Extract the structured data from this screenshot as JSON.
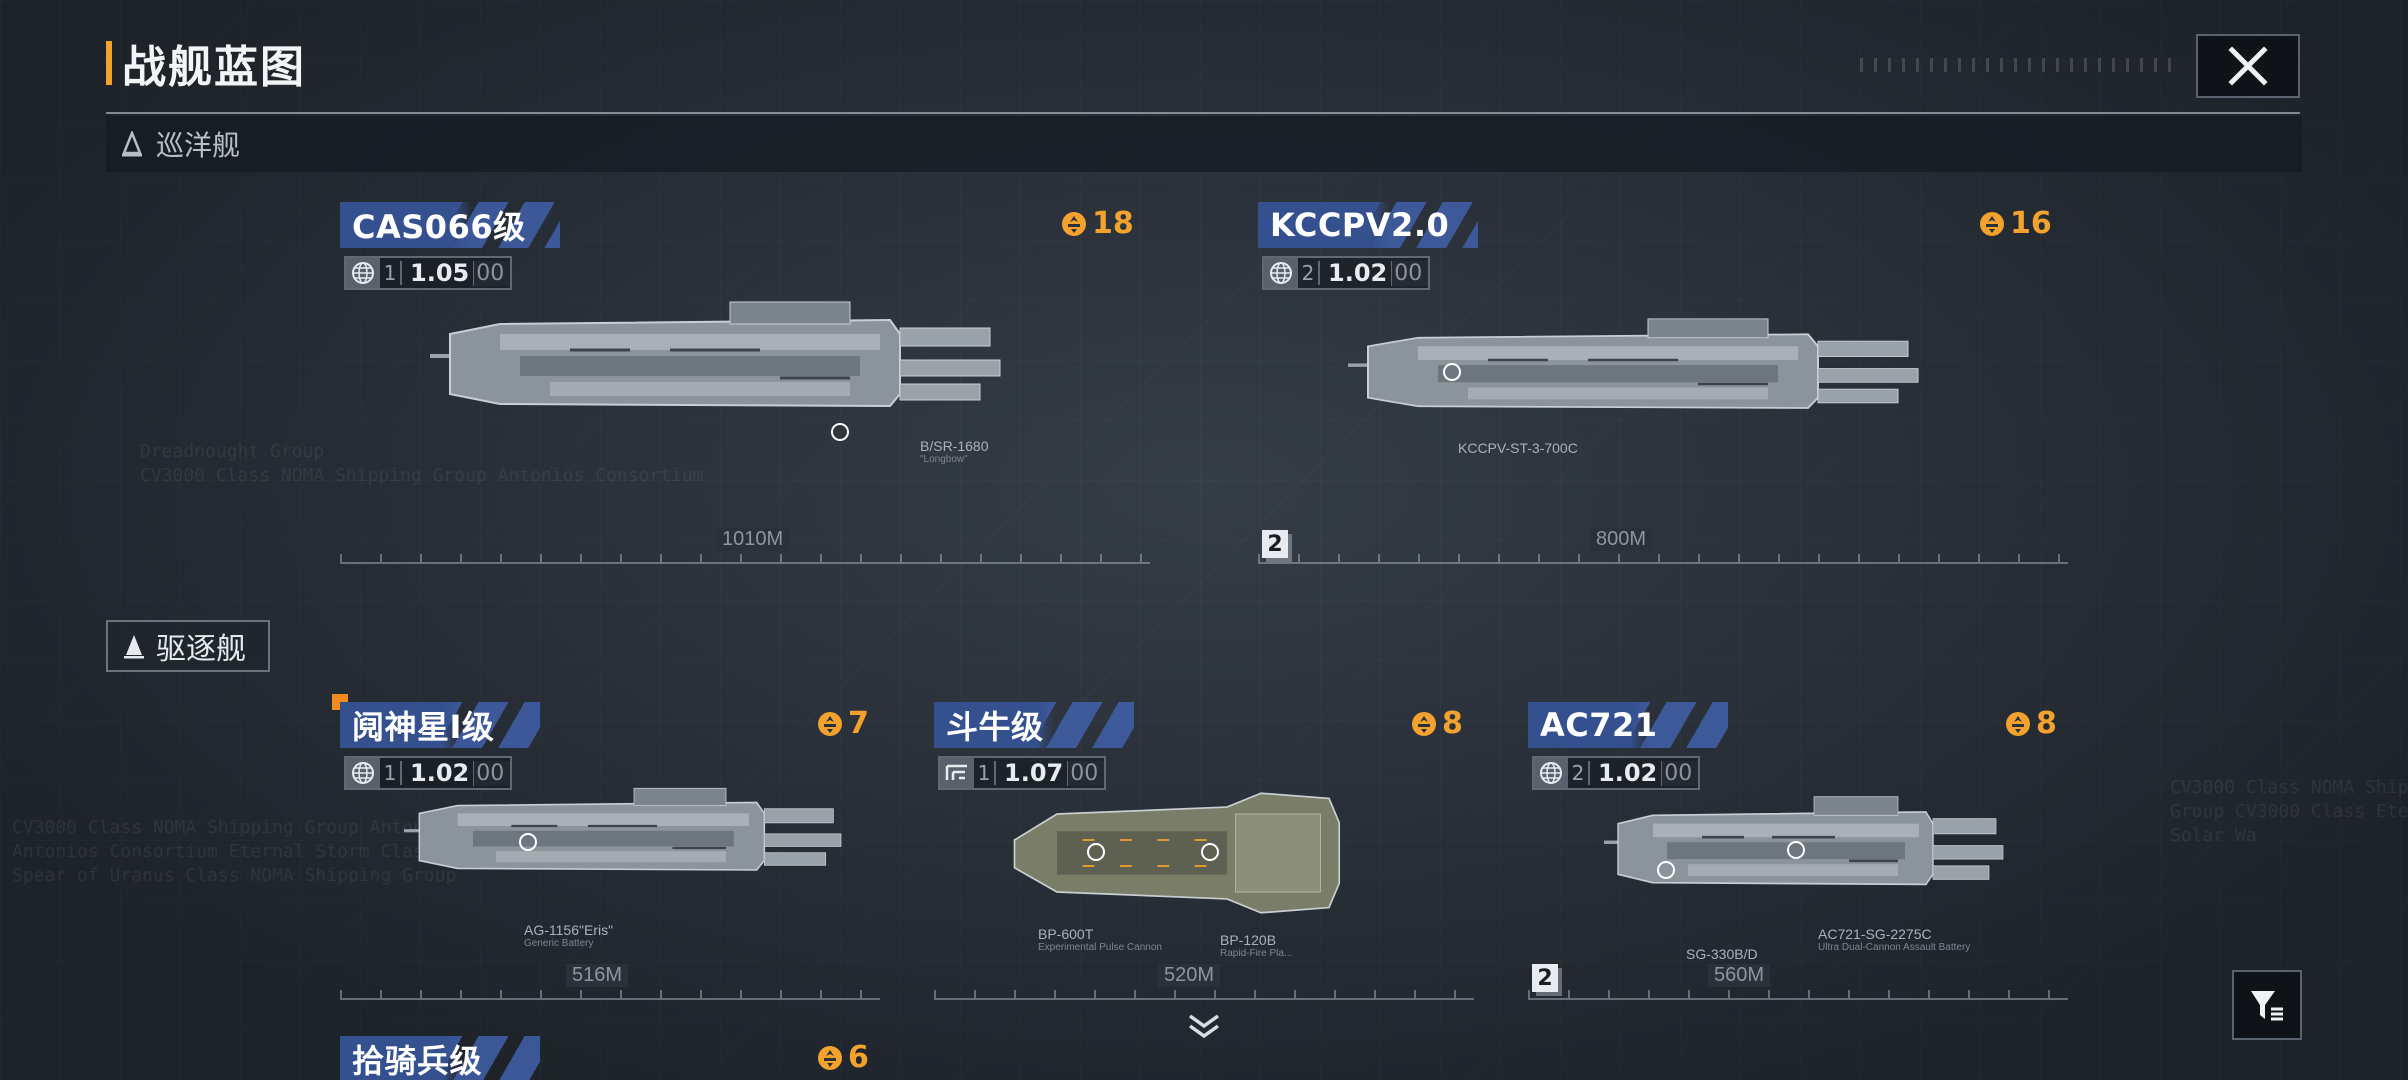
{
  "page": {
    "title": "战舰蓝图"
  },
  "colors": {
    "accent": "#f2a22d",
    "banner": "#34508f",
    "new_marker": "#f28a1e"
  },
  "sections": {
    "cruiser": {
      "label": "巡洋舰",
      "icon": "cruiser-class-icon"
    },
    "destroyer": {
      "label": "驱逐舰",
      "icon": "destroyer-class-icon"
    }
  },
  "ships": [
    {
      "name": "CAS066级",
      "cost": "18",
      "tier": "1",
      "value": "1.05",
      "sub": "00",
      "length": "1010M",
      "callouts": [
        {
          "label": "B/SR-1680",
          "sub": "\"Longbow\""
        }
      ]
    },
    {
      "name": "KCCPV2.0",
      "cost": "16",
      "tier": "2",
      "value": "1.02",
      "sub": "00",
      "length": "800M",
      "count": "2",
      "callouts": [
        {
          "label": "KCCPV-ST-3-700C",
          "sub": ""
        }
      ]
    },
    {
      "name": "阋神星Ⅰ级",
      "cost": "7",
      "tier": "1",
      "value": "1.02",
      "sub": "00",
      "length": "516M",
      "callouts": [
        {
          "label": "AG-1156\"Eris\"",
          "sub": "Generic Battery"
        }
      ]
    },
    {
      "name": "斗牛级",
      "cost": "8",
      "tier": "1",
      "value": "1.07",
      "sub": "00",
      "length": "520M",
      "callouts": [
        {
          "label": "BP-600T",
          "sub": "Experimental Pulse Cannon"
        },
        {
          "label": "BP-120B",
          "sub": "Rapid-Fire Pla..."
        }
      ]
    },
    {
      "name": "AC721",
      "cost": "8",
      "tier": "2",
      "value": "1.02",
      "sub": "00",
      "length": "560M",
      "count": "2",
      "callouts": [
        {
          "label": "SG-330B/D",
          "sub": ""
        },
        {
          "label": "AC721-SG-2275C",
          "sub": "Ultra Dual-Cannon Assault Battery"
        }
      ]
    },
    {
      "name": "拾骑兵级",
      "cost": "6"
    }
  ],
  "icons": {
    "close": "close-icon",
    "cost": "command-point-icon",
    "filter": "filter-icon",
    "scroll": "chevron-double-down-icon"
  }
}
